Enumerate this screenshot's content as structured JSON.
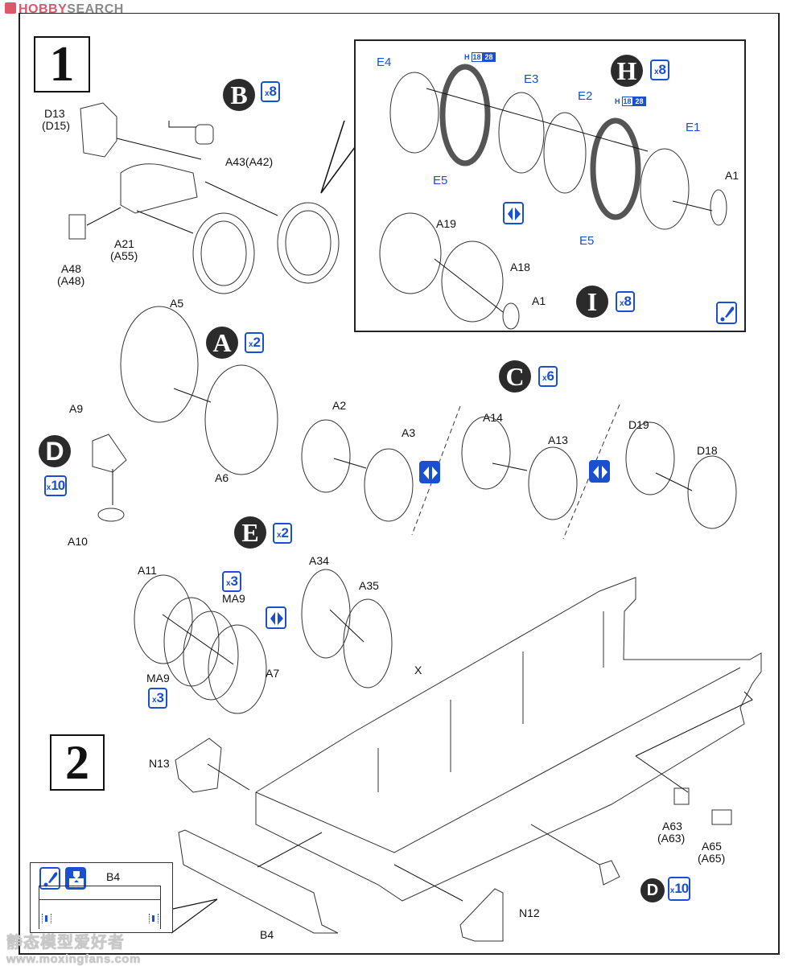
{
  "watermarks": {
    "top_brand_part1": "HOBBY",
    "top_brand_part2": "SEARCH",
    "bottom_line1": "静态模型爱好者",
    "bottom_line2": "www.moxingfans.com"
  },
  "steps": [
    {
      "number": "1"
    },
    {
      "number": "2"
    }
  ],
  "sub_assemblies": {
    "B": {
      "letter": "B",
      "qty": "8"
    },
    "H": {
      "letter": "H",
      "qty": "8"
    },
    "I": {
      "letter": "I",
      "qty": "8"
    },
    "A": {
      "letter": "A",
      "qty": "2"
    },
    "C": {
      "letter": "C",
      "qty": "6"
    },
    "D": {
      "letter": "D",
      "qty": "10"
    },
    "E": {
      "letter": "E",
      "qty": "2"
    },
    "D2": {
      "letter": "D",
      "qty": "10"
    }
  },
  "qty_prefix": "x",
  "part_labels": {
    "d13": "D13",
    "d15": "(D15)",
    "a43": "A43(A42)",
    "a21": "A21",
    "a55": "(A55)",
    "a48": "A48",
    "a48b": "(A48)",
    "e4": "E4",
    "e5a": "E5",
    "e3": "E3",
    "e2": "E2",
    "e1": "E1",
    "e5b": "E5",
    "a1a": "A1",
    "a19": "A19",
    "a18": "A18",
    "a1b": "A1",
    "a5": "A5",
    "a6": "A6",
    "a9": "A9",
    "a10": "A10",
    "a2": "A2",
    "a3": "A3",
    "a14": "A14",
    "a13": "A13",
    "d19": "D19",
    "d18": "D18",
    "a11": "A11",
    "ma9a": "MA9",
    "ma9b": "MA9",
    "ma9_qty": "3",
    "ma9_qty2": "3",
    "a7": "A7",
    "a34": "A34",
    "a35": "A35",
    "x": "X",
    "n13": "N13",
    "n12": "N12",
    "b4a": "B4",
    "b4b": "B4",
    "a63": "A63",
    "a63b": "(A63)",
    "a65": "A65",
    "a65b": "(A65)"
  },
  "paint_codes": {
    "tag1": {
      "prefix": "H",
      "code1": "18",
      "code2": "28"
    },
    "tag2": {
      "prefix": "H",
      "code1": "18",
      "code2": "28"
    }
  },
  "symbols": {
    "alternative": "alternative-icon",
    "optional": "optional-part-icon",
    "drill": "drill-hole-icon"
  },
  "colors": {
    "accent_blue": "#1a4fd0",
    "badge_dark": "#2b2b2b",
    "line": "#222222"
  }
}
